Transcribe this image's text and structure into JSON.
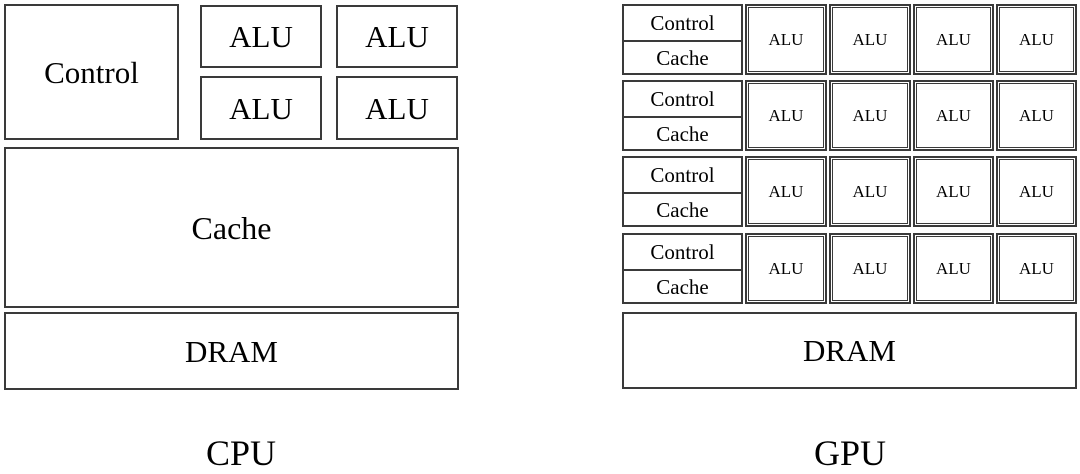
{
  "cpu": {
    "control_label": "Control",
    "alu_labels": [
      "ALU",
      "ALU",
      "ALU",
      "ALU"
    ],
    "cache_label": "Cache",
    "dram_label": "DRAM",
    "caption": "CPU"
  },
  "gpu": {
    "rows": [
      {
        "control_label": "Control",
        "cache_label": "Cache",
        "alu_labels": [
          "ALU",
          "ALU",
          "ALU",
          "ALU"
        ]
      },
      {
        "control_label": "Control",
        "cache_label": "Cache",
        "alu_labels": [
          "ALU",
          "ALU",
          "ALU",
          "ALU"
        ]
      },
      {
        "control_label": "Control",
        "cache_label": "Cache",
        "alu_labels": [
          "ALU",
          "ALU",
          "ALU",
          "ALU"
        ]
      },
      {
        "control_label": "Control",
        "cache_label": "Cache",
        "alu_labels": [
          "ALU",
          "ALU",
          "ALU",
          "ALU"
        ]
      }
    ],
    "dram_label": "DRAM",
    "caption": "GPU"
  }
}
